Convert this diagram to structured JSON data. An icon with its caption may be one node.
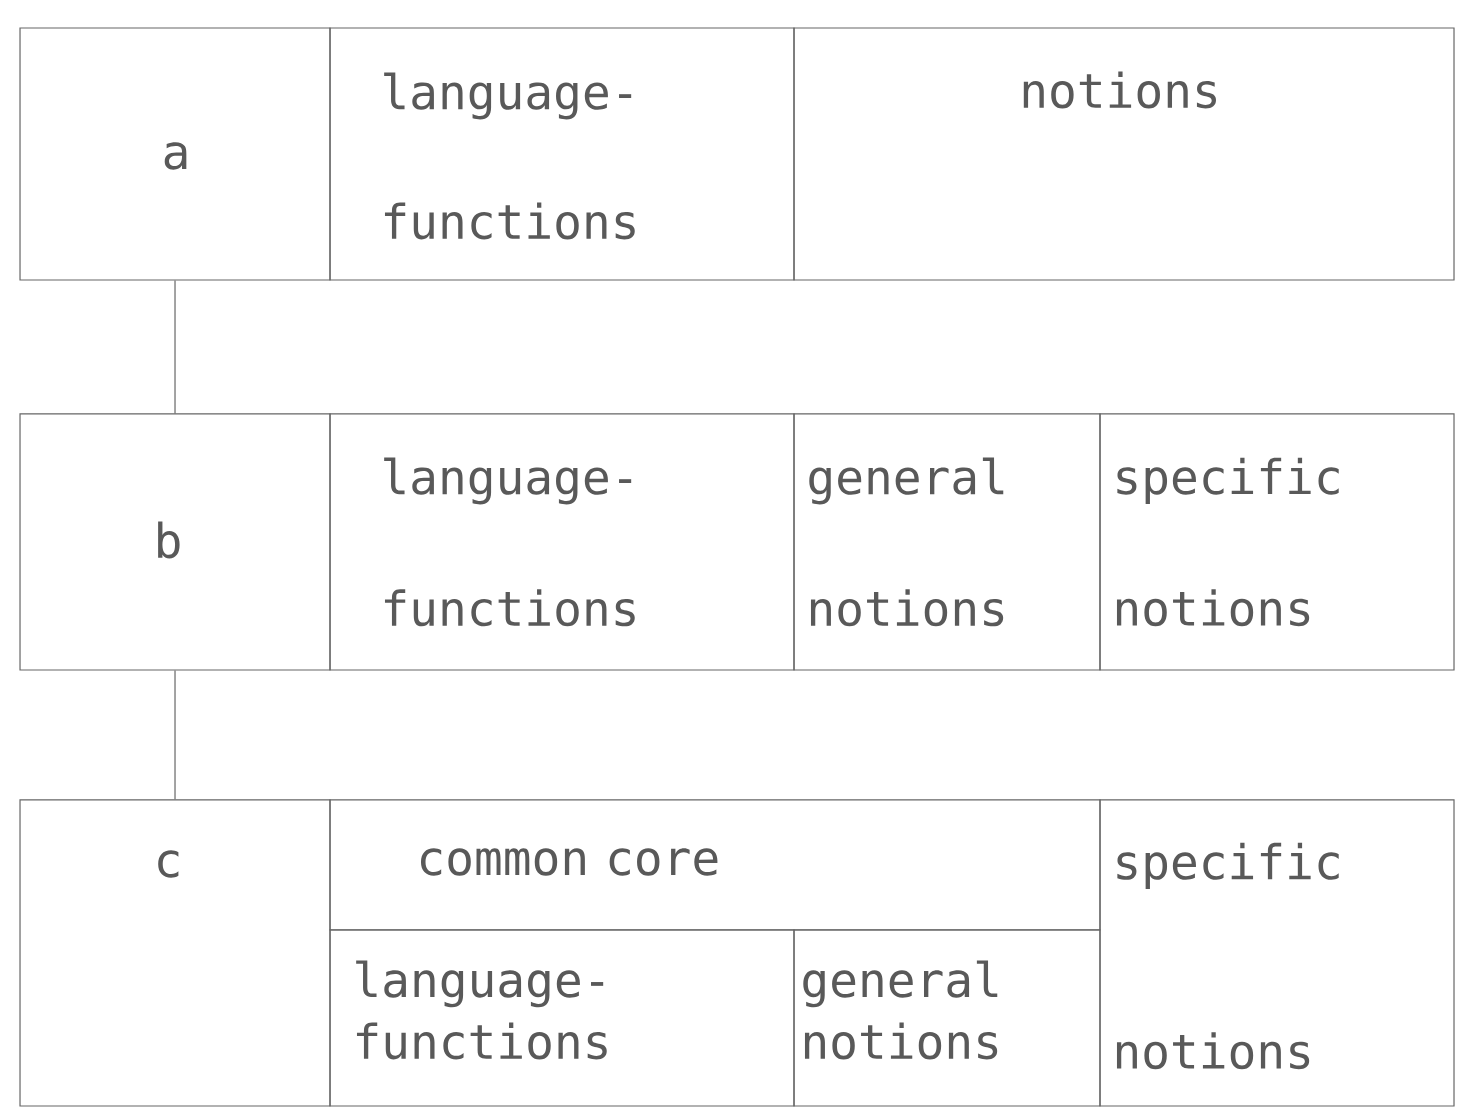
{
  "diagram": {
    "nodes": [
      {
        "text": [
          "a"
        ]
      },
      {
        "text": [
          "language- functions"
        ]
      },
      {
        "text": [
          "notions"
        ]
      },
      {
        "text": [
          "b"
        ]
      },
      {
        "text": [
          "language- functions"
        ]
      },
      {
        "text": [
          "general notions"
        ]
      },
      {
        "text": [
          "specific notions"
        ]
      },
      {
        "text": [
          "c"
        ]
      },
      {
        "text": [
          "common core"
        ]
      },
      {
        "text": [
          "language- functions"
        ]
      },
      {
        "text": [
          "general notions"
        ]
      },
      {
        "text": [
          "specific notions"
        ]
      }
    ],
    "edges": [
      {
        "from": 0,
        "to": 3,
        "arrow": "none"
      },
      {
        "from": 3,
        "to": 7,
        "arrow": "none"
      }
    ]
  }
}
